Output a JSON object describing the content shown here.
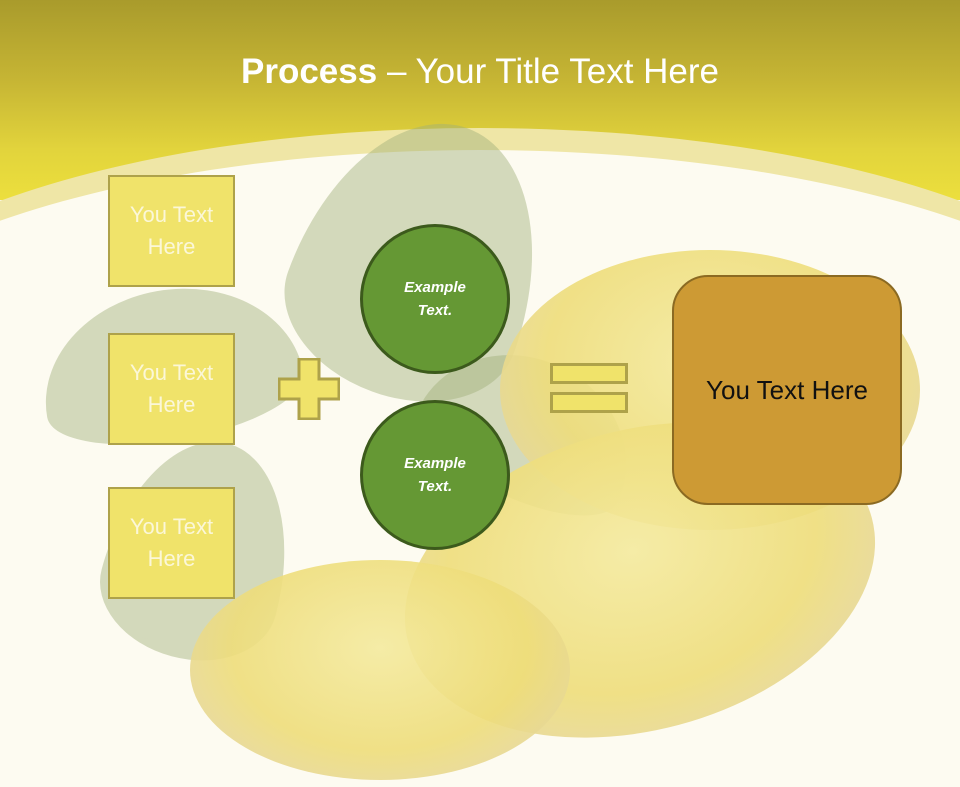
{
  "slide": {
    "title_bold": "Process",
    "title_rest": " – Your Title Text Here"
  },
  "inputs": [
    {
      "label": "You Text\nHere"
    },
    {
      "label": "You Text\nHere"
    },
    {
      "label": "You Text\nHere"
    }
  ],
  "operators": {
    "plus": "plus-sign",
    "equals": "equals-sign"
  },
  "circles": [
    {
      "label": "Example\nText."
    },
    {
      "label": "Example\nText."
    }
  ],
  "result": {
    "label": "You Text Here"
  },
  "colors": {
    "header_top": "#a99b2c",
    "header_bottom": "#ecdf3d",
    "input_box_fill": "#f0e36a",
    "input_box_border": "#aea24a",
    "circle_fill": "#659834",
    "circle_border": "#3c5a1c",
    "result_fill": "#cd9a34",
    "result_border": "#8b6a22"
  }
}
